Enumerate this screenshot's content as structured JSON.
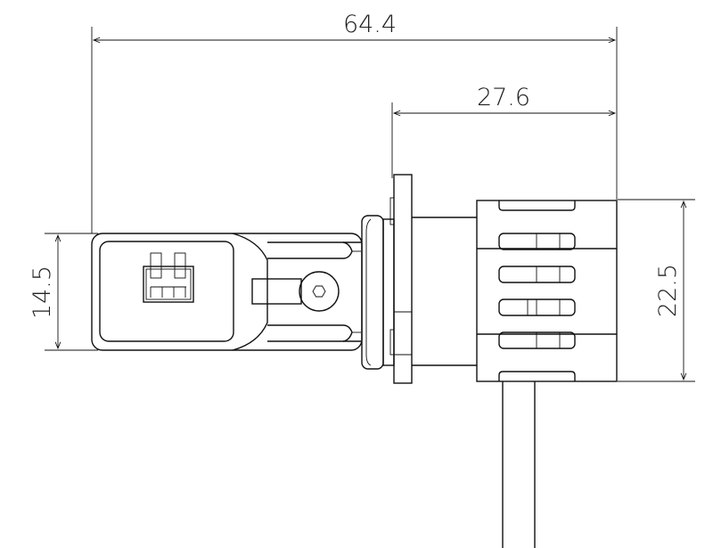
{
  "title": "LED headlight bulb dimension drawing",
  "dimensions": {
    "overall_length": "64.4",
    "heatsink_length": "27.6",
    "body_height": "14.5",
    "heatsink_height": "22.5"
  },
  "colors": {
    "line": "#111111",
    "background": "#ffffff"
  }
}
